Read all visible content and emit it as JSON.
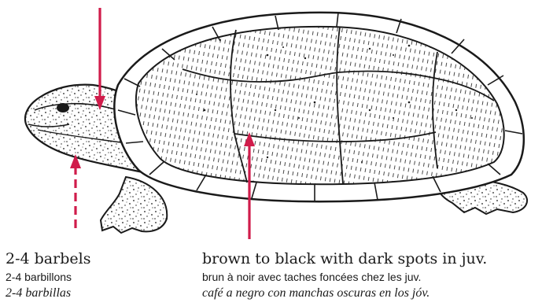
{
  "colors": {
    "arrow": "#d01c4b",
    "ink": "#1a1a1a",
    "shell_fill": "#ffffff"
  },
  "labels": {
    "barbels": {
      "en": "2-4 barbels",
      "fr": "2-4 barbillons",
      "es": "2-4 barbillas"
    },
    "shell": {
      "en": "brown to black with dark spots in juv.",
      "fr": "brun à noir avec taches foncées chez les juv.",
      "es": "café a negro con manchas oscuras en los jóv."
    }
  }
}
